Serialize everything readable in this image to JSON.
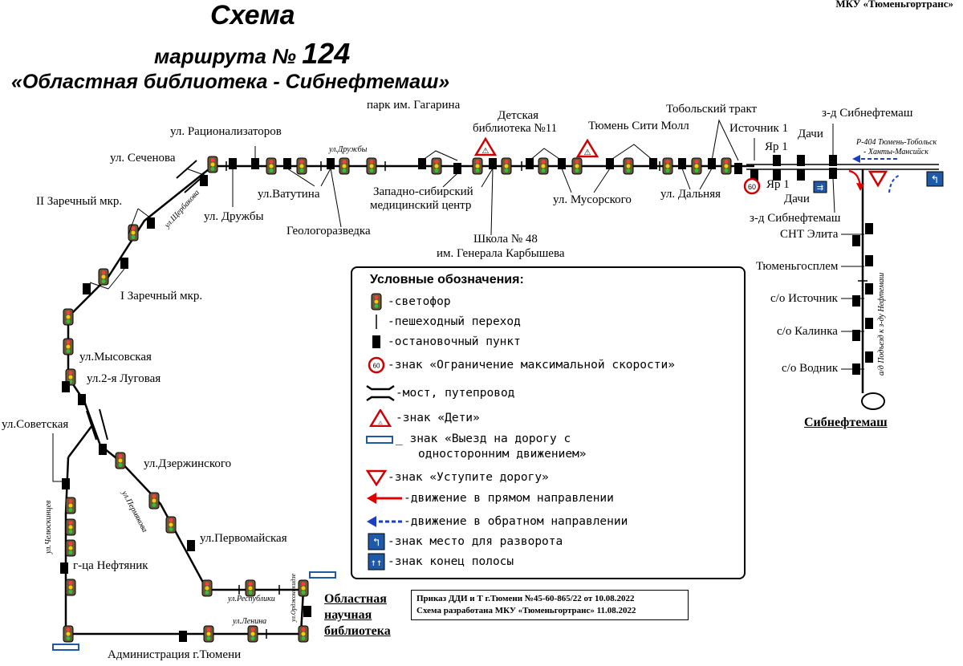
{
  "header": {
    "title": "Схема",
    "route_prefix": "маршрута №",
    "route_number": "124",
    "route_name": "«Областная библиотека  -  Сибнефтемаш»",
    "organization": "МКУ «Тюменьгортранс»"
  },
  "stops": {
    "racionalizatorov": "ул. Рационализаторов",
    "sechenova": "ул. Сеченова",
    "zarechny2": "II Заречный мкр.",
    "zarechny1": "I Заречный мкр.",
    "mysovskaya": "ул.Мысовская",
    "lugovaya": "ул.2-я Луговая",
    "sovetskaya": "ул.Советская",
    "dzerzhinskogo": "ул.Дзержинского",
    "pervomayskaya": "ул.Первомайская",
    "neftyanik": "г-ца  Нефтяник",
    "administration": "Администрация г.Тюмени",
    "druzhby": "ул. Дружбы",
    "vatutina": "ул.Ватутина",
    "geologorazvedka": "Геологоразведка",
    "gagarin_park": "парк им. Гагарина",
    "med_center_1": "Западно-сибирский",
    "med_center_2": "медицинский центр",
    "school_1": "Школа № 48",
    "school_2": "им. Генерала Карбышева",
    "kids_library_1": "Детская",
    "kids_library_2": "библиотека №11",
    "city_mall": "Тюмень Сити Молл",
    "musorgskogo": "ул. Мусорского",
    "dalnyaya": "ул. Дальняя",
    "tobolsky_trakt": "Тобольский тракт",
    "istochnik1": "Источник 1",
    "yar1_top": "Яр 1",
    "yar1_bottom": "Яр 1",
    "dachi_top": "Дачи",
    "dachi_bottom": "Дачи",
    "zd_sibneftemash_top": "з-д Сибнефтемаш",
    "zd_sibneftemash_bottom": "з-д Сибнефтемаш",
    "snt_elita": "СНТ Элита",
    "tyumengosplem": "Тюменьгосплем",
    "so_istochnik": "с/о Источник",
    "so_kalinka": "с/о Калинка",
    "so_vodnik": "с/о Водник"
  },
  "terminals": {
    "sibneftemash": "Сибнефтемаш",
    "library_1": "Областная",
    "library_2": "научная",
    "library_3": "библиотека"
  },
  "streets": {
    "druzhby": "ул.Дружбы",
    "shcherbakova": "ул.Щербакова",
    "chelyuskintsev": "ул.Челюскинцев",
    "permyakova": "ул.Пермякова",
    "respubliki": "ул.Республики",
    "lenina": "ул.Ленина",
    "ordzhonikidze": "ул.Орджоникидзе",
    "highway_1": "Р-404 Тюмень-Тобольск",
    "highway_2": "- Ханты-Мансийск",
    "neftemash_road": "а/д Подъезд к з-ду Нефтемаш"
  },
  "speed_limit_value": "60",
  "legend": {
    "title": "Условные обозначения:",
    "items": [
      "-светофор",
      "-пешеходный переход",
      "-остановочный пункт",
      "-знак «Ограничение максимальной скорости»",
      "-мост, путепровод",
      "-знак «Дети»",
      "_  знак «Выезд на дорогу с",
      "односторонним движением»",
      "-знак «Уступите дорогу»",
      "-движение в прямом направлении",
      "-движение в обратном направлении",
      "-знак место для разворота",
      "-знак конец полосы"
    ]
  },
  "order": {
    "line1": "Приказ ДДИ и Т г.Тюмени №45-60-865/22 от 10.08.2022",
    "line2": "Схема разработана МКУ «Тюменьгортранс» 11.08.2022"
  },
  "colors": {
    "route_line": "#000000",
    "forward_arrow": "#e00000",
    "reverse_arrow": "#1a3fc4",
    "sign_blue": "#1f5aa8",
    "sign_red": "#d00000"
  }
}
